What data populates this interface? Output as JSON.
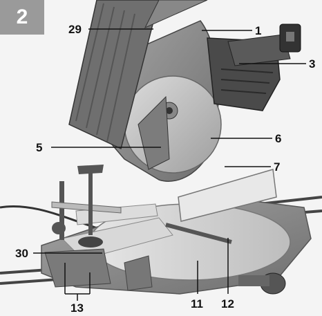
{
  "figure": {
    "number": "2"
  },
  "callouts": {
    "c1": "1",
    "c3": "3",
    "c5": "5",
    "c6": "6",
    "c7": "7",
    "c11": "11",
    "c12": "12",
    "c13": "13",
    "c29": "29",
    "c30": "30"
  },
  "colors": {
    "badge": "#9a9a9a",
    "background": "#ffffff",
    "machine_grey": "#8d8d8d"
  }
}
